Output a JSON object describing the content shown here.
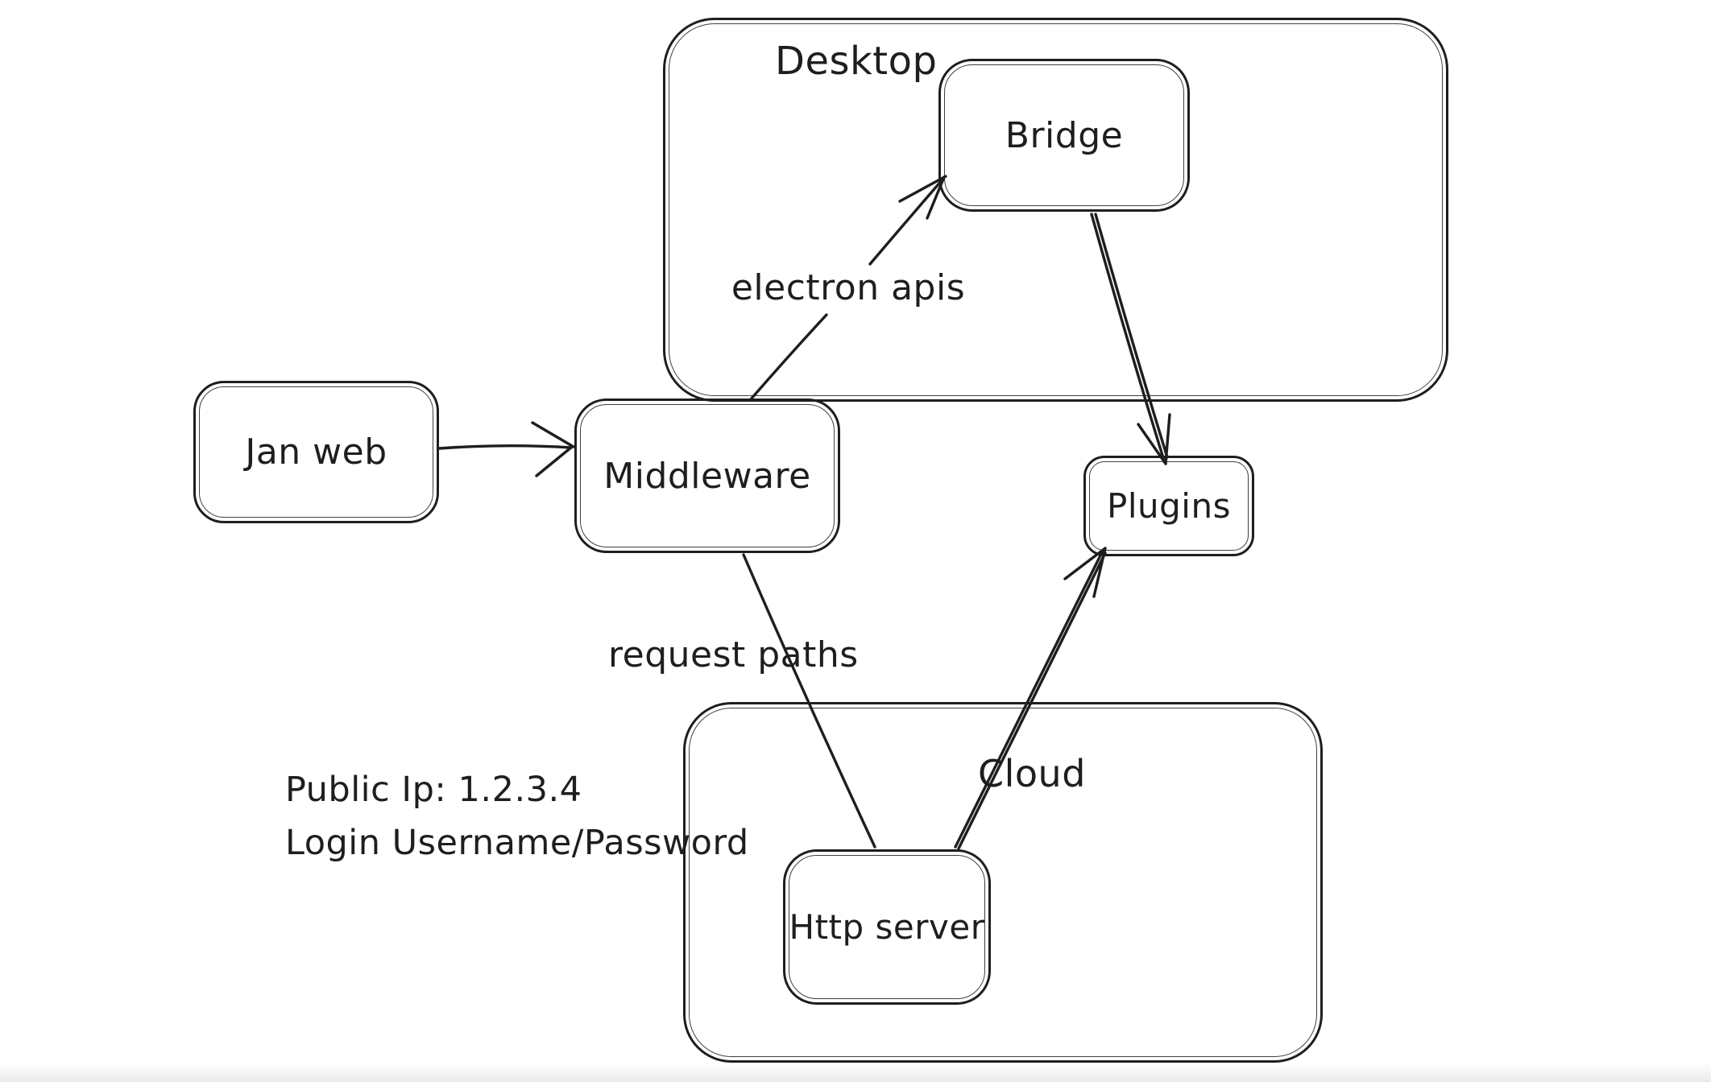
{
  "diagram": {
    "background": "#ffffff",
    "stroke": "#1e1e1e"
  },
  "containers": {
    "desktop": {
      "label": "Desktop"
    },
    "cloud": {
      "label": "Cloud"
    }
  },
  "nodes": {
    "jan_web": {
      "label": "Jan web"
    },
    "middleware": {
      "label": "Middleware"
    },
    "bridge": {
      "label": "Bridge"
    },
    "plugins": {
      "label": "Plugins"
    },
    "http_server": {
      "label": "Http server"
    }
  },
  "edges": {
    "jan_to_middleware": {
      "from": "Jan web",
      "to": "Middleware",
      "label": "",
      "arrowhead": true
    },
    "middleware_to_bridge": {
      "from": "Middleware",
      "to": "Bridge",
      "label": "electron apis",
      "arrowhead": true
    },
    "bridge_to_plugins": {
      "from": "Bridge",
      "to": "Plugins",
      "label": "",
      "arrowhead": true
    },
    "middleware_to_http_server": {
      "from": "Middleware",
      "to": "Http server",
      "label": "request paths",
      "arrowhead": false
    },
    "http_server_to_plugins": {
      "from": "Http server",
      "to": "Plugins",
      "label": "",
      "arrowhead": true
    }
  },
  "annotations": {
    "public_ip": "Public Ip: 1.2.3.4",
    "login": "Login Username/Password"
  }
}
